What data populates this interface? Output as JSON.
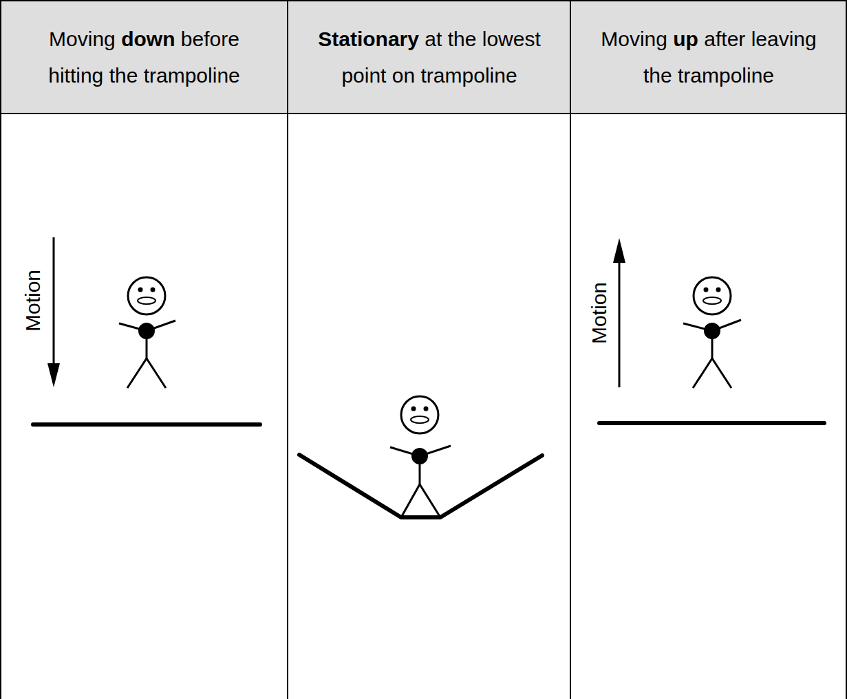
{
  "diagram": {
    "labels": [
      "Moving down before hitting the trampoline",
      "Stationary at the lowest point on trampoline",
      "Moving up after leaving the trampoline",
      "Motion",
      "Motion"
    ]
  }
}
